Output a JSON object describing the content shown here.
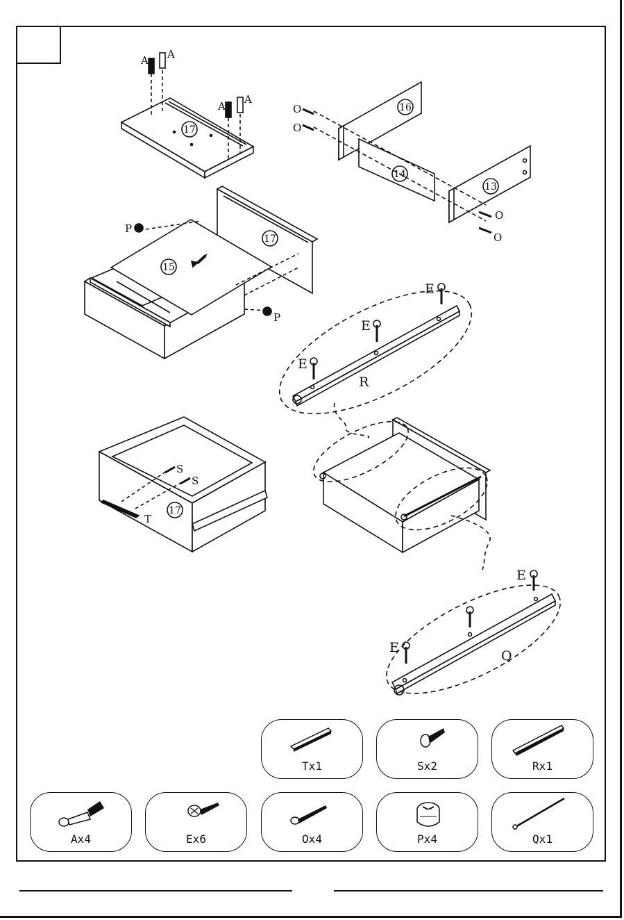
{
  "labels": {
    "a1": "A",
    "a2": "A",
    "a3": "A",
    "a4": "A",
    "o1": "O",
    "o2": "O",
    "o3": "O",
    "o4": "O",
    "p1": "P",
    "p2": "P",
    "e1": "E",
    "e2": "E",
    "e3": "E",
    "e4": "E",
    "e5": "E",
    "r": "R",
    "q": "Q",
    "s1": "S",
    "s2": "S",
    "t": "T"
  },
  "panels": {
    "p17_top": "17",
    "p16": "16",
    "p14": "14",
    "p13": "13",
    "p17_back": "17",
    "p15": "15",
    "p17_front": "17"
  },
  "parts": [
    {
      "caption": "Tx1",
      "icon": "handle-bar-icon"
    },
    {
      "caption": "Sx2",
      "icon": "screw-icon"
    },
    {
      "caption": "Rx1",
      "icon": "rail-icon"
    },
    {
      "caption": "Ax4",
      "icon": "cam-dowel-icon"
    },
    {
      "caption": "Ex6",
      "icon": "wood-screw-icon"
    },
    {
      "caption": "Ox4",
      "icon": "wood-screw-icon"
    },
    {
      "caption": "Px4",
      "icon": "cam-lock-icon"
    },
    {
      "caption": "Qx1",
      "icon": "slide-rail-icon"
    }
  ]
}
